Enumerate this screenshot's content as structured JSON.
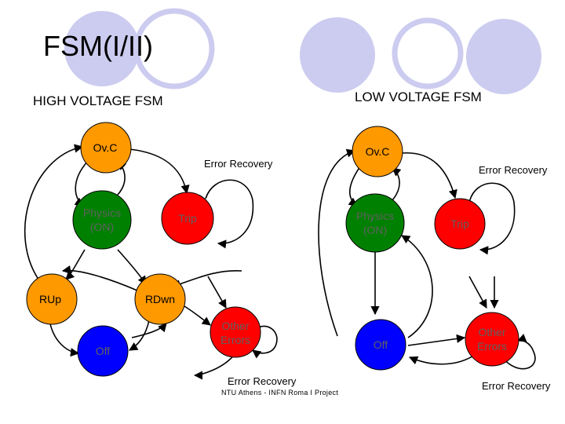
{
  "slide": {
    "title": "FSM(I/II)",
    "hv_heading": "HIGH VOLTAGE FSM",
    "lv_heading": "LOW VOLTAGE FSM",
    "footer": "NTU Athens - INFN Roma I Project",
    "decor_color": "#ccccf0"
  },
  "hv": {
    "ovc": "Ov.C",
    "physics_line1": "Physics",
    "physics_line2": "(ON)",
    "trip": "Trip",
    "rup": "RUp",
    "rdwn": "RDwn",
    "off": "Off",
    "other_line1": "Other",
    "other_line2": "Errors",
    "err_recovery_top": "Error Recovery",
    "err_recovery_bottom": "Error Recovery"
  },
  "lv": {
    "ovc": "Ov.C",
    "physics_line1": "Physics",
    "physics_line2": "(ON)",
    "trip": "Trip",
    "off": "Off",
    "other_line1": "Other",
    "other_line2": "Errors",
    "err_recovery_top": "Error Recovery",
    "err_recovery_bottom": "Error Recovery"
  },
  "colors": {
    "orange": "#ff9900",
    "green": "#008000",
    "blue": "#0000ff",
    "red": "#ff0000"
  }
}
